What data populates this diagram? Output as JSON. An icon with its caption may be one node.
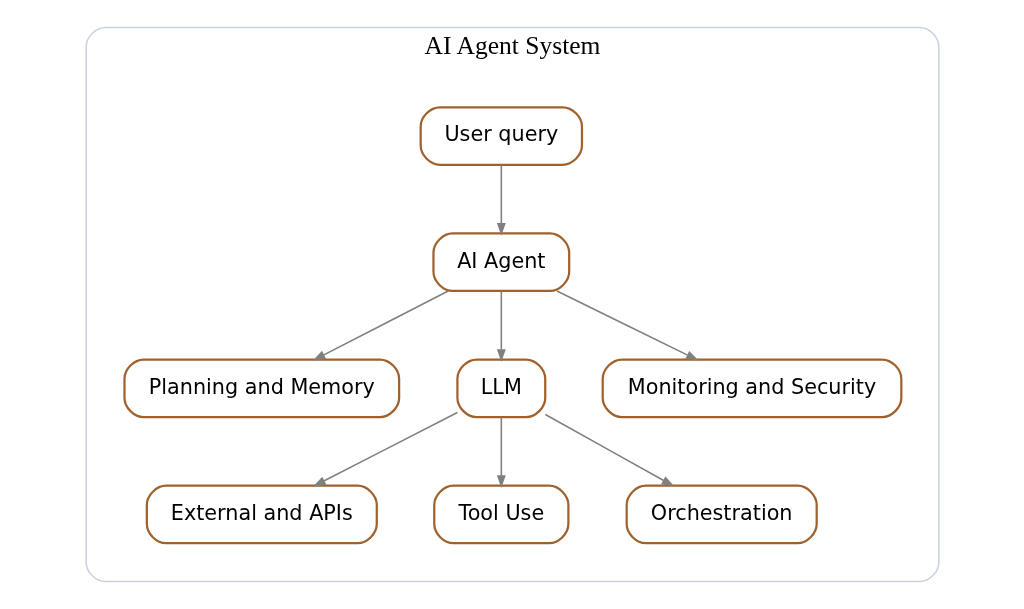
{
  "diagram": {
    "nodes": [
      {
        "text": [
          "AI Agent System"
        ]
      },
      {
        "text": [
          "User query"
        ],
        "in": 0
      },
      {
        "text": [
          "AI Agent"
        ],
        "in": 0
      },
      {
        "text": [
          "Planning and Memory"
        ],
        "in": 0
      },
      {
        "text": [
          "LLM"
        ],
        "in": 0
      },
      {
        "text": [
          "Monitoring and Security"
        ],
        "in": 0
      },
      {
        "text": [
          "External and APIs"
        ],
        "in": 0
      },
      {
        "text": [
          "Tool Use"
        ],
        "in": 0
      },
      {
        "text": [
          "Orchestration"
        ],
        "in": 0
      }
    ],
    "edges": [
      {
        "from": 1,
        "to": 2,
        "arrow": "to"
      },
      {
        "from": 2,
        "to": 3,
        "arrow": "to"
      },
      {
        "from": 2,
        "to": 4,
        "arrow": "to"
      },
      {
        "from": 2,
        "to": 5,
        "arrow": "to"
      },
      {
        "from": 4,
        "to": 6,
        "arrow": "to"
      },
      {
        "from": 4,
        "to": 7,
        "arrow": "to"
      },
      {
        "from": 4,
        "to": 8,
        "arrow": "to"
      }
    ]
  }
}
